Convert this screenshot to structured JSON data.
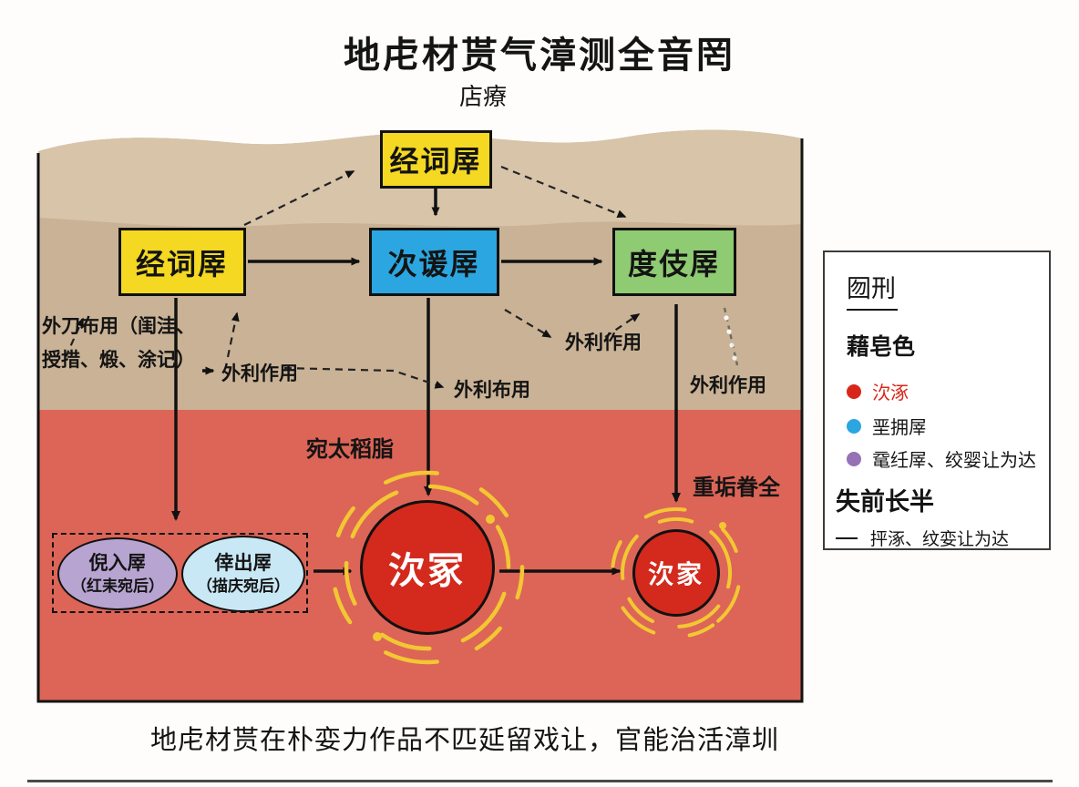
{
  "title": "地虍材贳气漳测全音罔",
  "surface_label": "店療",
  "boxes": {
    "top": {
      "label": "经词屖"
    },
    "left": {
      "label": "经词屖"
    },
    "middle": {
      "label": "次谖屖"
    },
    "right": {
      "label": "度伎屖"
    }
  },
  "flow": {
    "weathering_line1": "外刀布用（闺洼、",
    "weathering_line2": "授措、煅、涂记）",
    "ext_left": "外利作用",
    "ext_center": "外利布用",
    "ext_mid_right": "外利作用",
    "ext_right": "外利作用",
    "expand_label": "宛太稻脂",
    "recontact_label": "重垢眷全"
  },
  "ellipses": {
    "purple": {
      "line1": "倪入屖",
      "line2": "（红耒宛后）"
    },
    "blue": {
      "line1": "倖出屖",
      "line2": "（描庆宛后）"
    }
  },
  "circles": {
    "big": {
      "label": "㳄冢"
    },
    "small": {
      "label": "㳄家"
    }
  },
  "legend": {
    "title": "囫刑",
    "color_header": "藉皂色",
    "items": [
      {
        "label": "㳄涿",
        "dot_color": "#d8271a"
      },
      {
        "label": "垩拥屖",
        "dot_color": "#2ba6e0"
      },
      {
        "label": "鼋纴屖、绞婴让为达",
        "dot_color": "#9671b5"
      }
    ],
    "line_header": "失前长半",
    "line_item": "抨涿、纹娈让为达"
  },
  "caption": "地虍材贳在朴娈力作品不匹延留戏让，官能治活漳圳",
  "colors": {
    "soil_band_light": "#d7c4a9",
    "soil_main": "#c9b295",
    "ground_red": "#dc6557",
    "pollution_red": "#d4291d",
    "box_yellow": "#f5d822",
    "box_blue": "#2ba6e0",
    "box_green": "#8fcb72",
    "ellipse_purple": "#b7a4d1",
    "ellipse_blue": "#c9e8f5",
    "legend_red_text": "#d8271a",
    "arc_yellow": "#f2c733"
  }
}
